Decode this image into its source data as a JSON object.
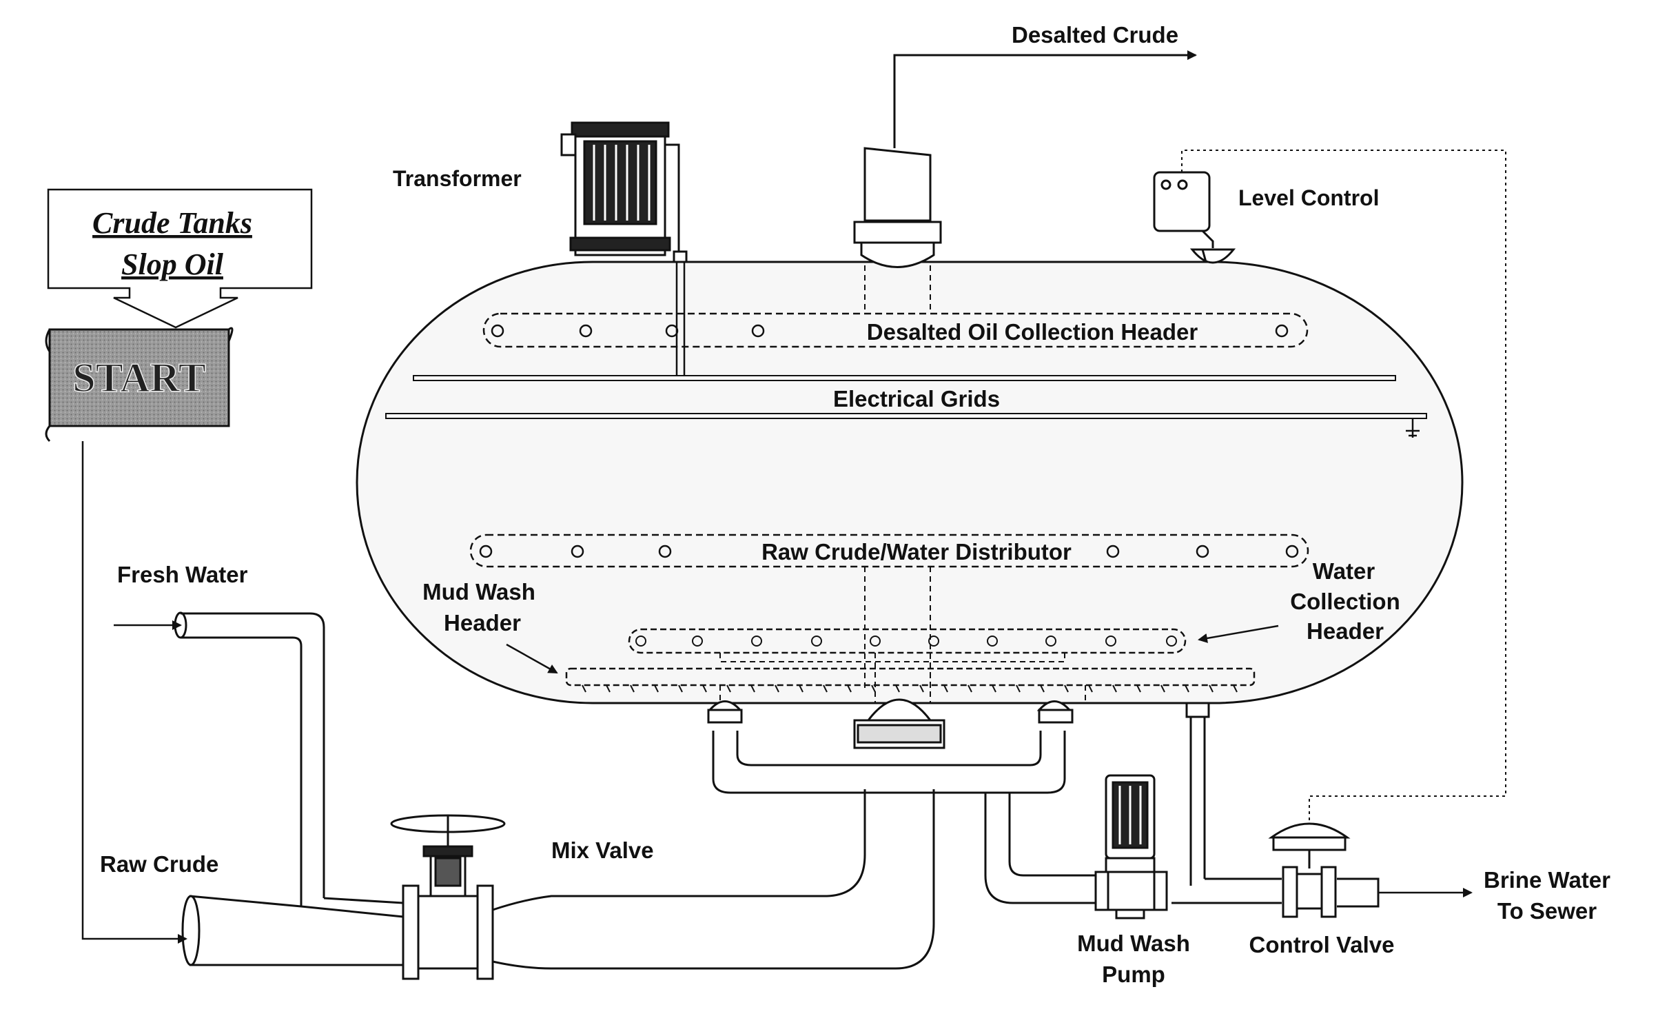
{
  "labels": {
    "desalted_crude": "Desalted Crude",
    "transformer": "Transformer",
    "level_control": "Level Control",
    "crude_tanks": "Crude Tanks",
    "slop_oil": "Slop Oil",
    "start": "START",
    "desalted_oil_header": "Desalted Oil Collection Header",
    "electrical_grids": "Electrical Grids",
    "raw_crude_distributor": "Raw Crude/Water Distributor",
    "fresh_water": "Fresh Water",
    "mud_wash_header_1": "Mud Wash",
    "mud_wash_header_2": "Header",
    "water_collection_1": "Water",
    "water_collection_2": "Collection",
    "water_collection_3": "Header",
    "raw_crude": "Raw Crude",
    "mix_valve": "Mix Valve",
    "mud_wash_pump_1": "Mud Wash",
    "mud_wash_pump_2": "Pump",
    "control_valve": "Control Valve",
    "brine_water_1": "Brine Water",
    "brine_water_2": "To Sewer"
  },
  "colors": {
    "line": "#111111",
    "start_fill": "#8a8a8a",
    "paper": "#ffffff",
    "vessel_fill": "#f7f7f7"
  }
}
